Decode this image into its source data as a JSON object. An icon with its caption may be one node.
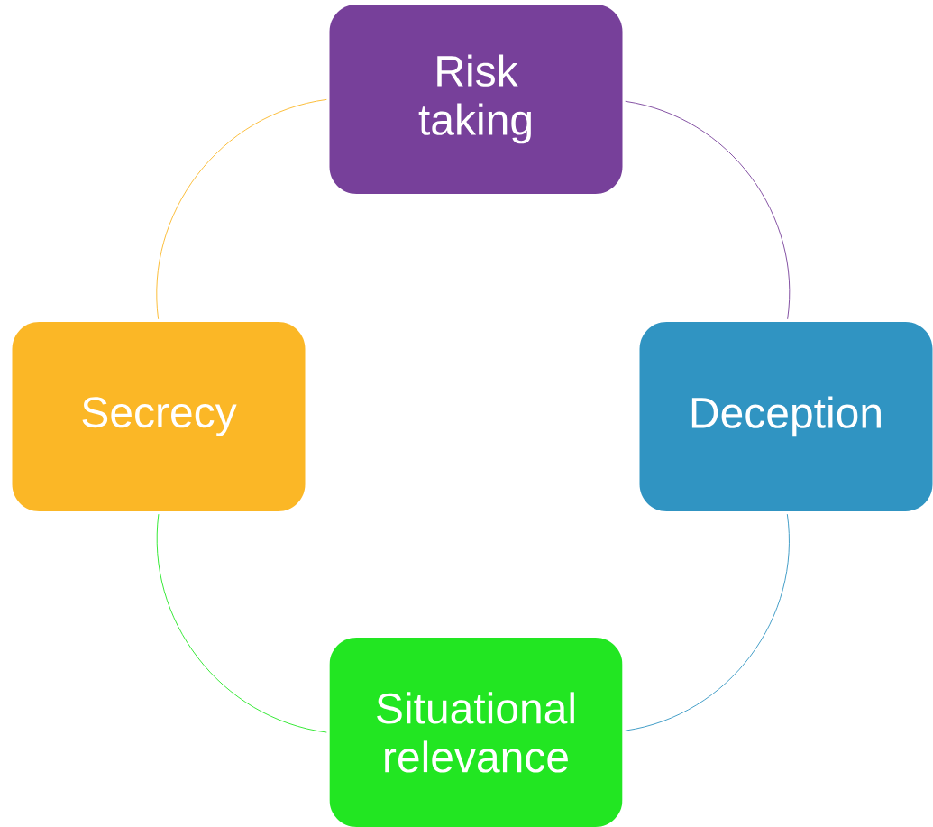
{
  "diagram": {
    "nodes": [
      {
        "text": [
          "Risk taking"
        ]
      },
      {
        "text": [
          "Deception"
        ]
      },
      {
        "text": [
          "Situational relevance"
        ]
      },
      {
        "text": [
          "Secrecy"
        ]
      }
    ],
    "edges": [
      {
        "from": 0,
        "to": 1,
        "arrow": "none",
        "color": "#77409a"
      },
      {
        "from": 1,
        "to": 2,
        "arrow": "none",
        "color": "#3094c2"
      },
      {
        "from": 2,
        "to": 3,
        "arrow": "none",
        "color": "#22e622"
      },
      {
        "from": 3,
        "to": 0,
        "arrow": "none",
        "color": "#fbb726"
      }
    ]
  }
}
